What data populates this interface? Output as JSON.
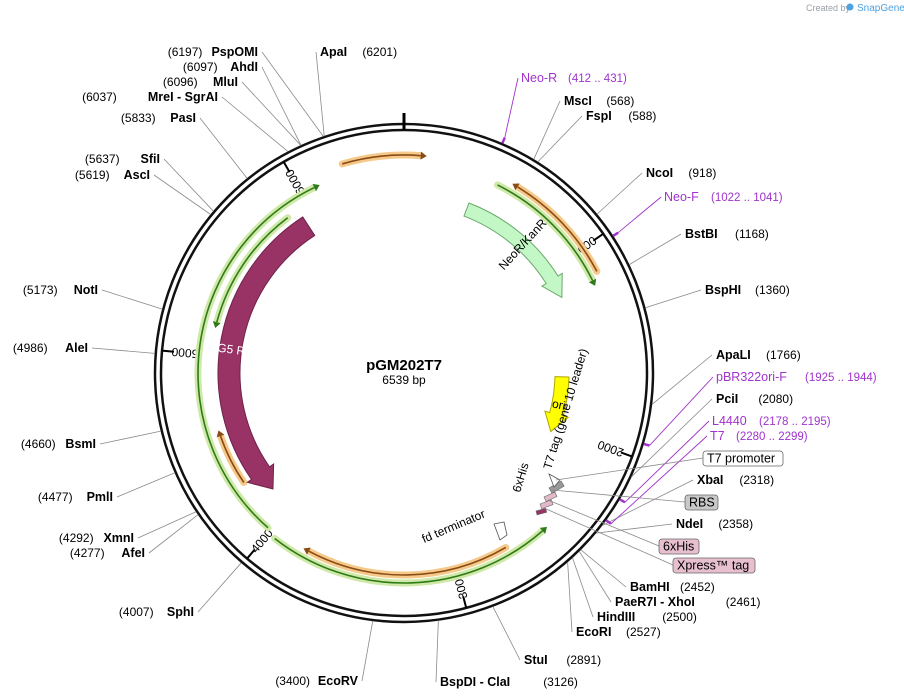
{
  "credit": {
    "prefix": "Created by",
    "brand": "SnapGene"
  },
  "plasmid": {
    "name": "pGM202T7",
    "length_label": "6539 bp",
    "length": 6539
  },
  "ticks": [
    {
      "label": "1000",
      "pos": 1000
    },
    {
      "label": "2000",
      "pos": 2000
    },
    {
      "label": "3000",
      "pos": 3000
    },
    {
      "label": "4000",
      "pos": 4000
    },
    {
      "label": "5000",
      "pos": 5000
    },
    {
      "label": "6000",
      "pos": 6000
    }
  ],
  "enzymes": [
    {
      "name": "PspOMI",
      "pos": "(6197)",
      "site": 6197,
      "side": "left"
    },
    {
      "name": "ApaI",
      "pos": "(6201)",
      "site": 6201,
      "side": "right"
    },
    {
      "name": "AhdI",
      "pos": "(6097)",
      "site": 6097,
      "side": "left"
    },
    {
      "name": "MluI",
      "pos": "(6096)",
      "site": 6096,
      "side": "left"
    },
    {
      "name": "MreI - SgrAI",
      "pos": "(6037)",
      "site": 6037,
      "side": "left"
    },
    {
      "name": "PasI",
      "pos": "(5833)",
      "site": 5833,
      "side": "left"
    },
    {
      "name": "SfiI",
      "pos": "(5637)",
      "site": 5637,
      "side": "left"
    },
    {
      "name": "AscI",
      "pos": "(5619)",
      "site": 5619,
      "side": "left"
    },
    {
      "name": "NotI",
      "pos": "(5173)",
      "site": 5173,
      "side": "left"
    },
    {
      "name": "AleI",
      "pos": "(4986)",
      "site": 4986,
      "side": "left"
    },
    {
      "name": "BsmI",
      "pos": "(4660)",
      "site": 4660,
      "side": "left"
    },
    {
      "name": "PmlI",
      "pos": "(4477)",
      "site": 4477,
      "side": "left"
    },
    {
      "name": "XmnI",
      "pos": "(4292)",
      "site": 4292,
      "side": "left"
    },
    {
      "name": "AfeI",
      "pos": "(4277)",
      "site": 4277,
      "side": "left"
    },
    {
      "name": "SphI",
      "pos": "(4007)",
      "site": 4007,
      "side": "left"
    },
    {
      "name": "EcoRV",
      "pos": "(3400)",
      "site": 3400,
      "side": "left"
    },
    {
      "name": "BspDI - ClaI",
      "pos": "(3126)",
      "site": 3126,
      "side": "right"
    },
    {
      "name": "StuI",
      "pos": "(2891)",
      "site": 2891,
      "side": "right"
    },
    {
      "name": "EcoRI",
      "pos": "(2527)",
      "site": 2527,
      "side": "right"
    },
    {
      "name": "HindIII",
      "pos": "(2500)",
      "site": 2500,
      "side": "right"
    },
    {
      "name": "PaeR7I - XhoI",
      "pos": "(2461)",
      "site": 2461,
      "side": "right"
    },
    {
      "name": "BamHI",
      "pos": "(2452)",
      "site": 2452,
      "side": "right"
    },
    {
      "name": "NdeI",
      "pos": "(2358)",
      "site": 2358,
      "side": "right"
    },
    {
      "name": "XbaI",
      "pos": "(2318)",
      "site": 2318,
      "side": "right"
    },
    {
      "name": "PciI",
      "pos": "(2080)",
      "site": 2080,
      "side": "right"
    },
    {
      "name": "ApaLI",
      "pos": "(1766)",
      "site": 1766,
      "side": "right"
    },
    {
      "name": "BspHI",
      "pos": "(1360)",
      "site": 1360,
      "side": "right"
    },
    {
      "name": "BstBI",
      "pos": "(1168)",
      "site": 1168,
      "side": "right"
    },
    {
      "name": "NcoI",
      "pos": "(918)",
      "site": 918,
      "side": "right"
    },
    {
      "name": "FspI",
      "pos": "(588)",
      "site": 588,
      "side": "right"
    },
    {
      "name": "MscI",
      "pos": "(568)",
      "site": 568,
      "side": "right"
    }
  ],
  "primers": [
    {
      "name": "Neo-R",
      "range": "(412 .. 431)",
      "site": 421
    },
    {
      "name": "Neo-F",
      "range": "(1022 .. 1041)",
      "site": 1031
    },
    {
      "name": "pBR322ori-F",
      "range": "(1925 .. 1944)",
      "site": 1934
    },
    {
      "name": "L4440",
      "range": "(2178 .. 2195)",
      "site": 2186
    },
    {
      "name": "T7",
      "range": "(2280 .. 2299)",
      "site": 2290
    }
  ],
  "boxed_features": [
    {
      "name": "T7 promoter",
      "style": "plain"
    },
    {
      "name": "RBS",
      "style": "gray"
    },
    {
      "name": "6xHis",
      "style": "pink"
    },
    {
      "name": "Xpress™ tag",
      "style": "pink"
    }
  ],
  "features": [
    {
      "name": "NeoR/KanR",
      "start": 380,
      "end": 1170,
      "color": "#c3f7c5",
      "stroke": "#6aa86c",
      "direction": "cw"
    },
    {
      "name": "ori",
      "start": 1660,
      "end": 2030,
      "color": "#ffff00",
      "stroke": "#b0a800",
      "direction": "cw"
    },
    {
      "name": "pSG5 Rep",
      "start": 4150,
      "end": 5940,
      "color": "#993366",
      "stroke": "#6e2249",
      "direction": "ccw"
    },
    {
      "name": "T7 tag (gene 10 leader)",
      "color": "#999999"
    },
    {
      "name": "6xHis",
      "color": "#e3b8c8"
    },
    {
      "name": "fd terminator",
      "color": "#ffffff"
    }
  ],
  "orfs": [
    {
      "start": 6240,
      "end": 80,
      "direction": "cw"
    },
    {
      "start": 480,
      "end": 1160,
      "direction": "cw"
    },
    {
      "start": 570,
      "end": 1130,
      "direction": "ccw"
    },
    {
      "start": 2520,
      "end": 3960,
      "direction": "ccw"
    },
    {
      "start": 2720,
      "end": 3780,
      "direction": "cw"
    },
    {
      "start": 4020,
      "end": 6070,
      "direction": "cw"
    },
    {
      "start": 4280,
      "end": 4560,
      "direction": "cw"
    },
    {
      "start": 5180,
      "end": 5870,
      "direction": "ccw"
    }
  ]
}
